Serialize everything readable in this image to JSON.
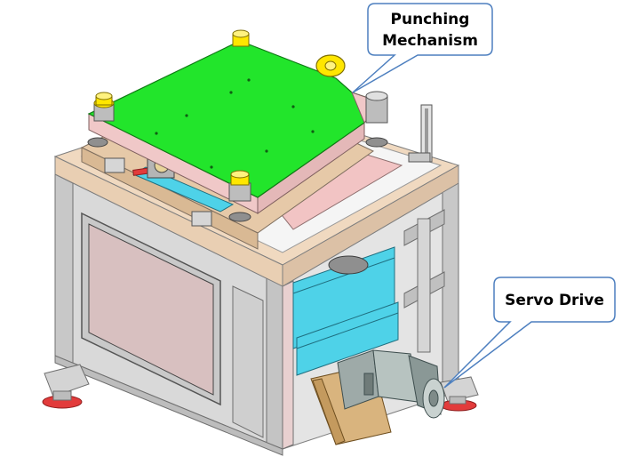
{
  "callouts": {
    "punching": {
      "line1": "Punching",
      "line2": "Mechanism"
    },
    "servo": {
      "label": "Servo Drive"
    }
  },
  "colors": {
    "plate_green": "#22e52b",
    "frame_gray": "#d9d9d9",
    "top_tan": "#f0d9c0",
    "panel_pink": "#d8c0c0",
    "cyan_cover": "#4ed2e8",
    "gold_nut": "#ffe600",
    "red_foot": "#e23b3b",
    "callout_border": "#4d7fbf",
    "callout_fill": "#ffffff"
  }
}
